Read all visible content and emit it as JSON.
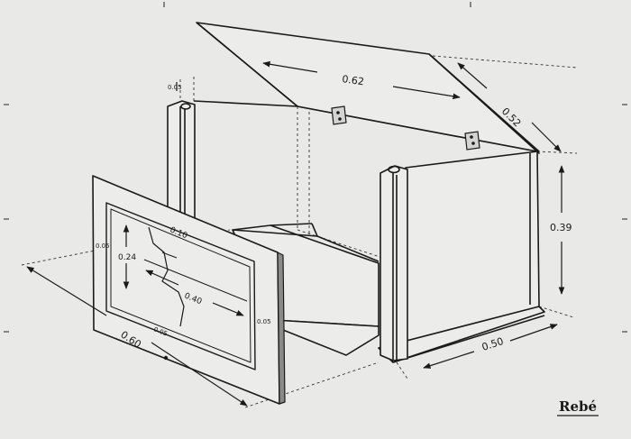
{
  "dimensions": {
    "lid_width": "0.62",
    "lid_depth": "0.52",
    "height": "0.39",
    "depth": "0.50",
    "front_width": "0.60",
    "post": "0.05",
    "frame_top": "0.10",
    "frame_side": "0.05",
    "frame_bottom": "0.05",
    "frame_left": "0.05",
    "inner_height": "0.24",
    "inner_width": "0.40"
  },
  "signature": "Rebé"
}
